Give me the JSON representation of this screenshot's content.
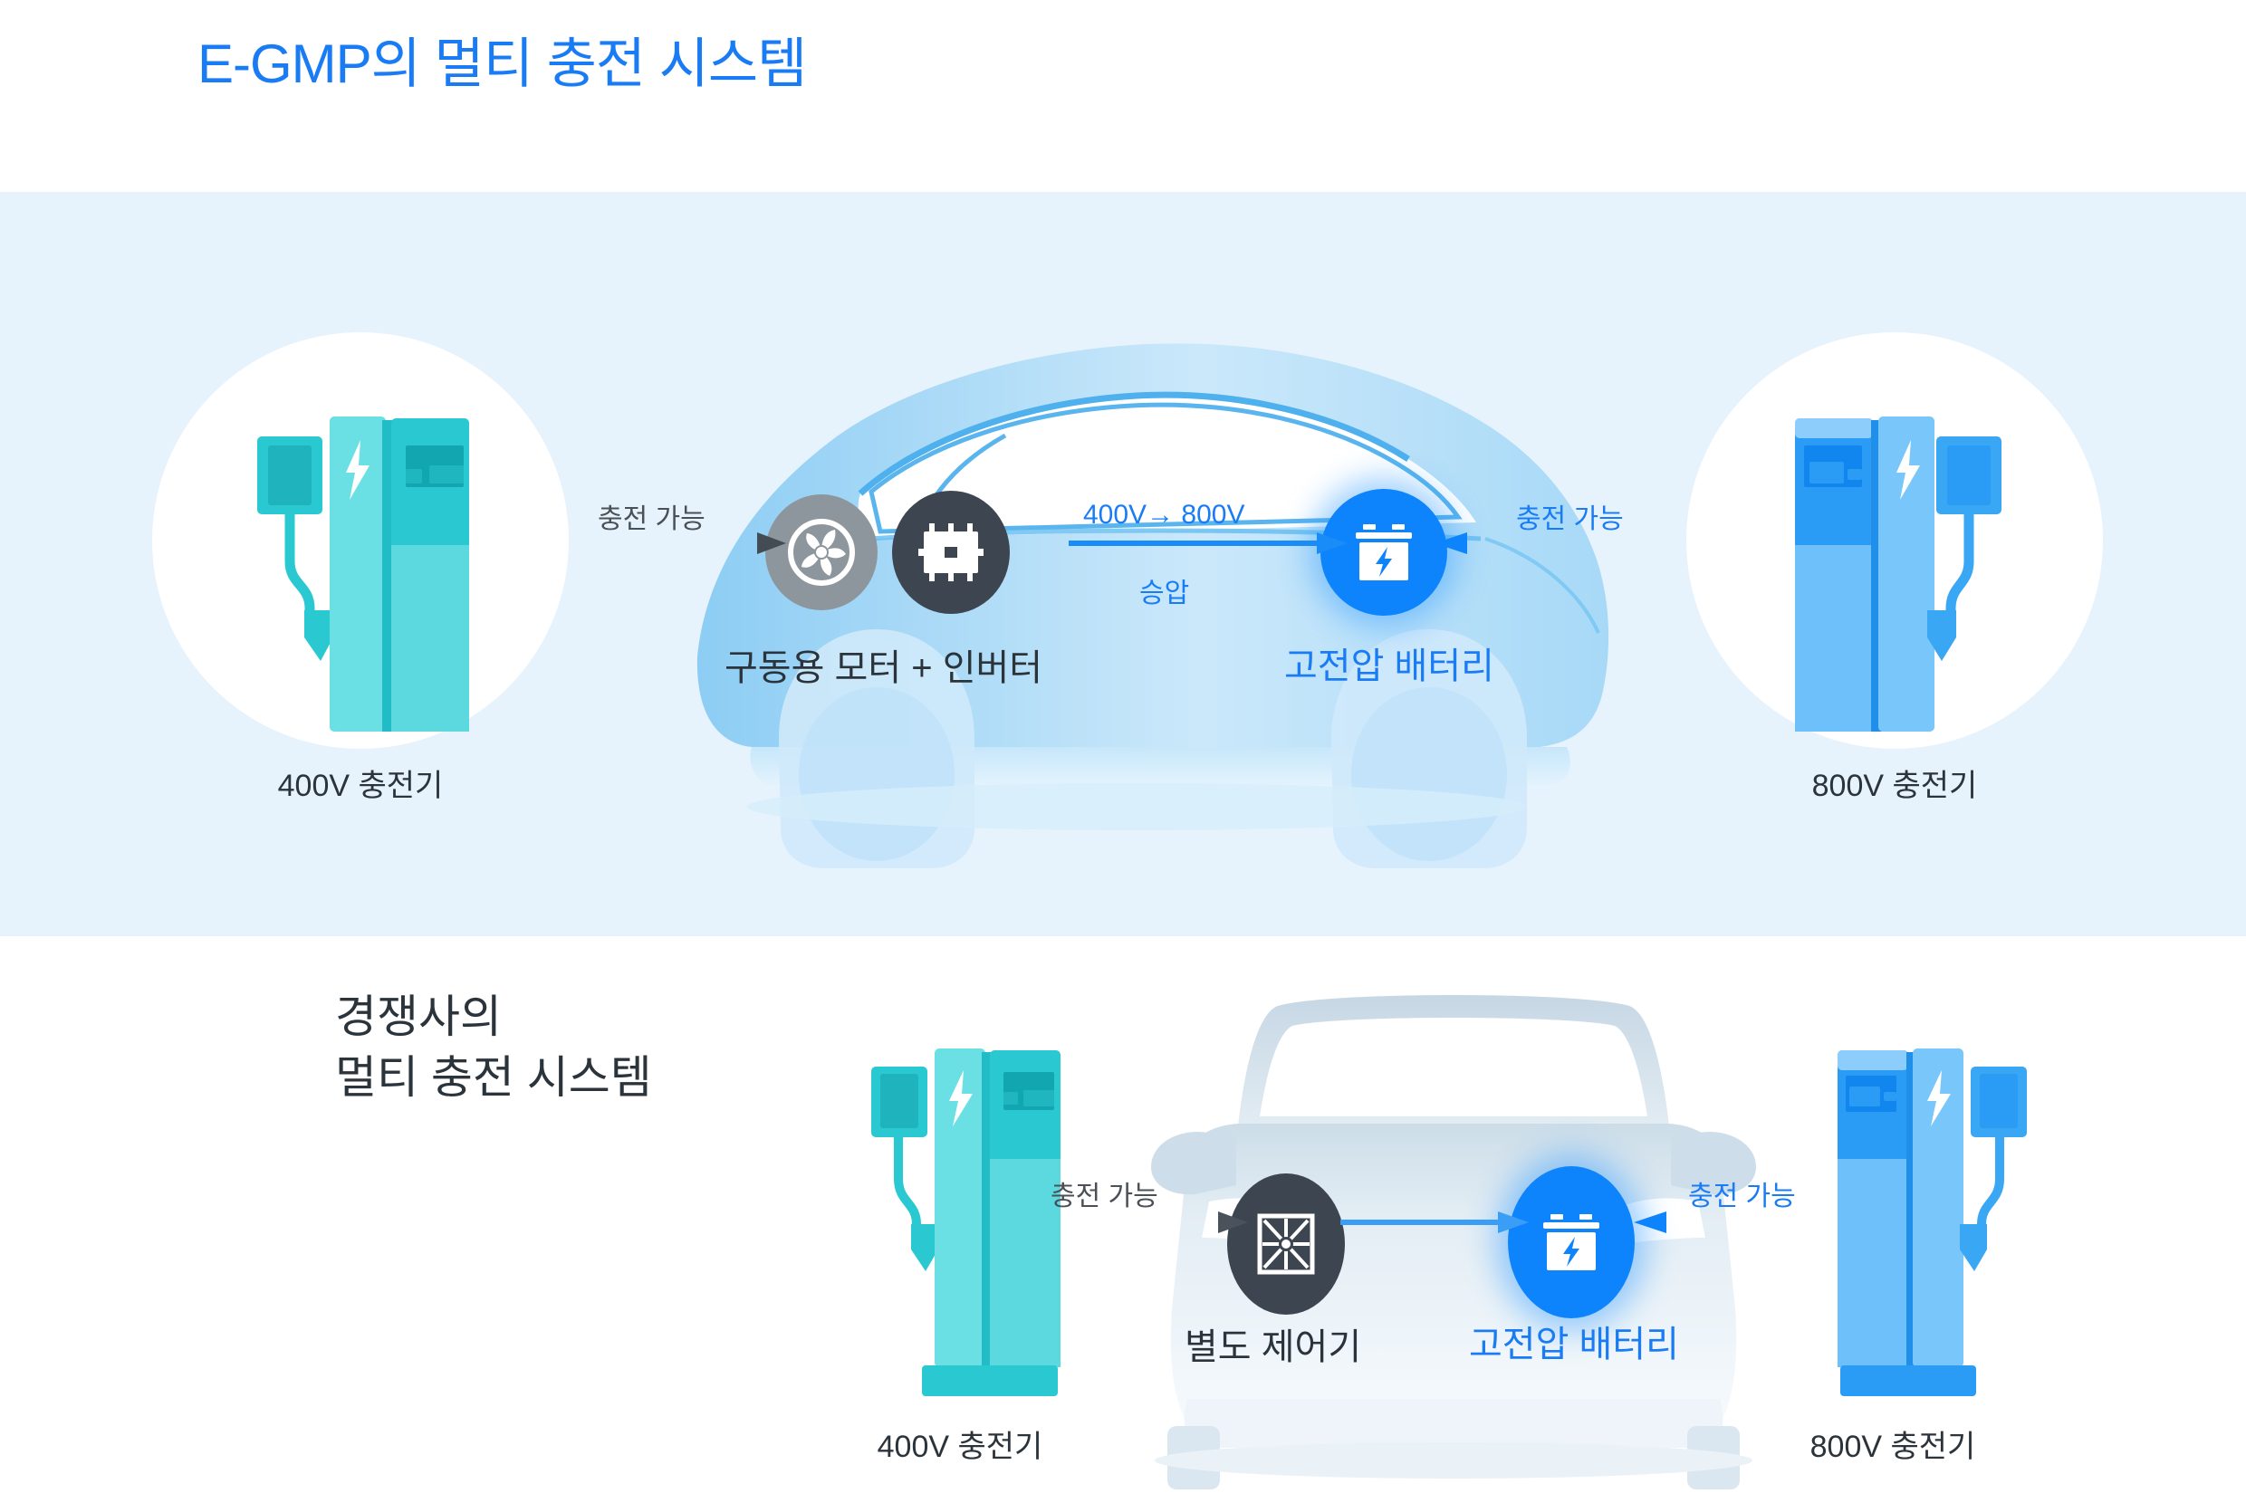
{
  "title": "E-GMP의 멀티 충전 시스템",
  "colors": {
    "accent_blue": "#1a7cf5",
    "panel_bg": "#e7f3fc",
    "charger_400_teal": "#3ad3d9",
    "charger_800_blue": "#3aa7f5",
    "node_dark": "#3c4550",
    "node_gray": "#8e969d",
    "battery_blue": "#0d84fb",
    "text_dark": "#2b333b"
  },
  "top_section": {
    "charger_left": {
      "caption": "400V 충전기",
      "bolt_icon": "lightning-bolt-icon"
    },
    "charger_right": {
      "caption": "800V 충전기",
      "bolt_icon": "lightning-bolt-icon"
    },
    "charge_available_left": "충전 가능",
    "charge_available_right": "충전 가능",
    "motor_inverter_label": "구동용 모터 + 인버터",
    "motor_icon": "turbine-fan-icon",
    "inverter_icon": "chip-icon",
    "voltage_conversion": "400V→ 800V",
    "boost_label": "승압",
    "battery_label": "고전압 배터리",
    "battery_icon": "battery-bolt-icon"
  },
  "bottom_section": {
    "heading": "경쟁사의\n멀티 충전 시스템",
    "charger_left": {
      "caption": "400V 충전기",
      "bolt_icon": "lightning-bolt-icon"
    },
    "charger_right": {
      "caption": "800V 충전기",
      "bolt_icon": "lightning-bolt-icon"
    },
    "charge_available_left": "충전 가능",
    "charge_available_right": "충전 가능",
    "controller_label": "별도 제어기",
    "controller_icon": "controller-grid-icon",
    "battery_label": "고전압 배터리",
    "battery_icon": "battery-bolt-icon"
  }
}
